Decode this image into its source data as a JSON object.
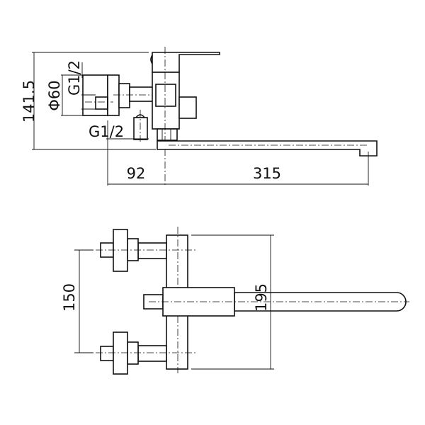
{
  "drawing": {
    "side_view": {
      "height_dim": "141.5",
      "diameter_dim": "Φ60",
      "inlet_thread_top": "G1/2",
      "inlet_thread_bottom": "G1/2",
      "offset_dim": "92",
      "spout_length_dim": "315"
    },
    "top_view": {
      "inlet_spacing_dim": "150",
      "plate_height_dim": "195"
    },
    "colors": {
      "line": "#111111",
      "background": "#ffffff"
    }
  }
}
